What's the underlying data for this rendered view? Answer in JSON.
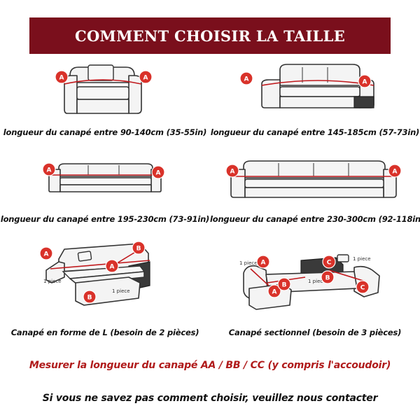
{
  "banner": {
    "title": "COMMENT CHOISIR LA TAILLE",
    "color": "#7a0f1c"
  },
  "panels": [
    {
      "caption": "longueur du canapé entre 90-140cm (35-55in)",
      "badges": [
        "A",
        "A"
      ]
    },
    {
      "caption": "longueur du canapé entre 145-185cm (57-73in)",
      "badges": [
        "A",
        "A"
      ]
    },
    {
      "caption": "longueur du canapé entre 195-230cm (73-91in)",
      "badges": [
        "A",
        "A"
      ]
    },
    {
      "caption": "longueur du canapé entre 230-300cm (92-118in)",
      "badges": [
        "A",
        "A"
      ]
    },
    {
      "caption": "Canapé en forme de L (besoin de 2 pièces)",
      "badges": [
        "A",
        "A",
        "B",
        "B"
      ],
      "piece_labels": [
        "1 piece",
        "1 piece"
      ]
    },
    {
      "caption": "Canapé sectionnel (besoin de 3 pièces)",
      "badges": [
        "A",
        "A",
        "B",
        "B",
        "C",
        "C"
      ],
      "piece_labels": [
        "1 piece",
        "1 piece",
        "1 piece"
      ]
    }
  ],
  "notes": {
    "measure": "Mesurer la longueur du canapé AA / BB / CC (y compris l'accoudoir)",
    "contact": "Si vous ne savez pas comment choisir, veuillez nous contacter"
  },
  "colors": {
    "badge": "#d9322a",
    "measure_line": "#c0181c",
    "note_red": "#b01b1b"
  },
  "icons": [
    "armchair-icon",
    "loveseat-icon",
    "three-seat-sofa-icon",
    "four-seat-sofa-icon",
    "l-shaped-sofa-icon",
    "u-shaped-sofa-icon"
  ]
}
